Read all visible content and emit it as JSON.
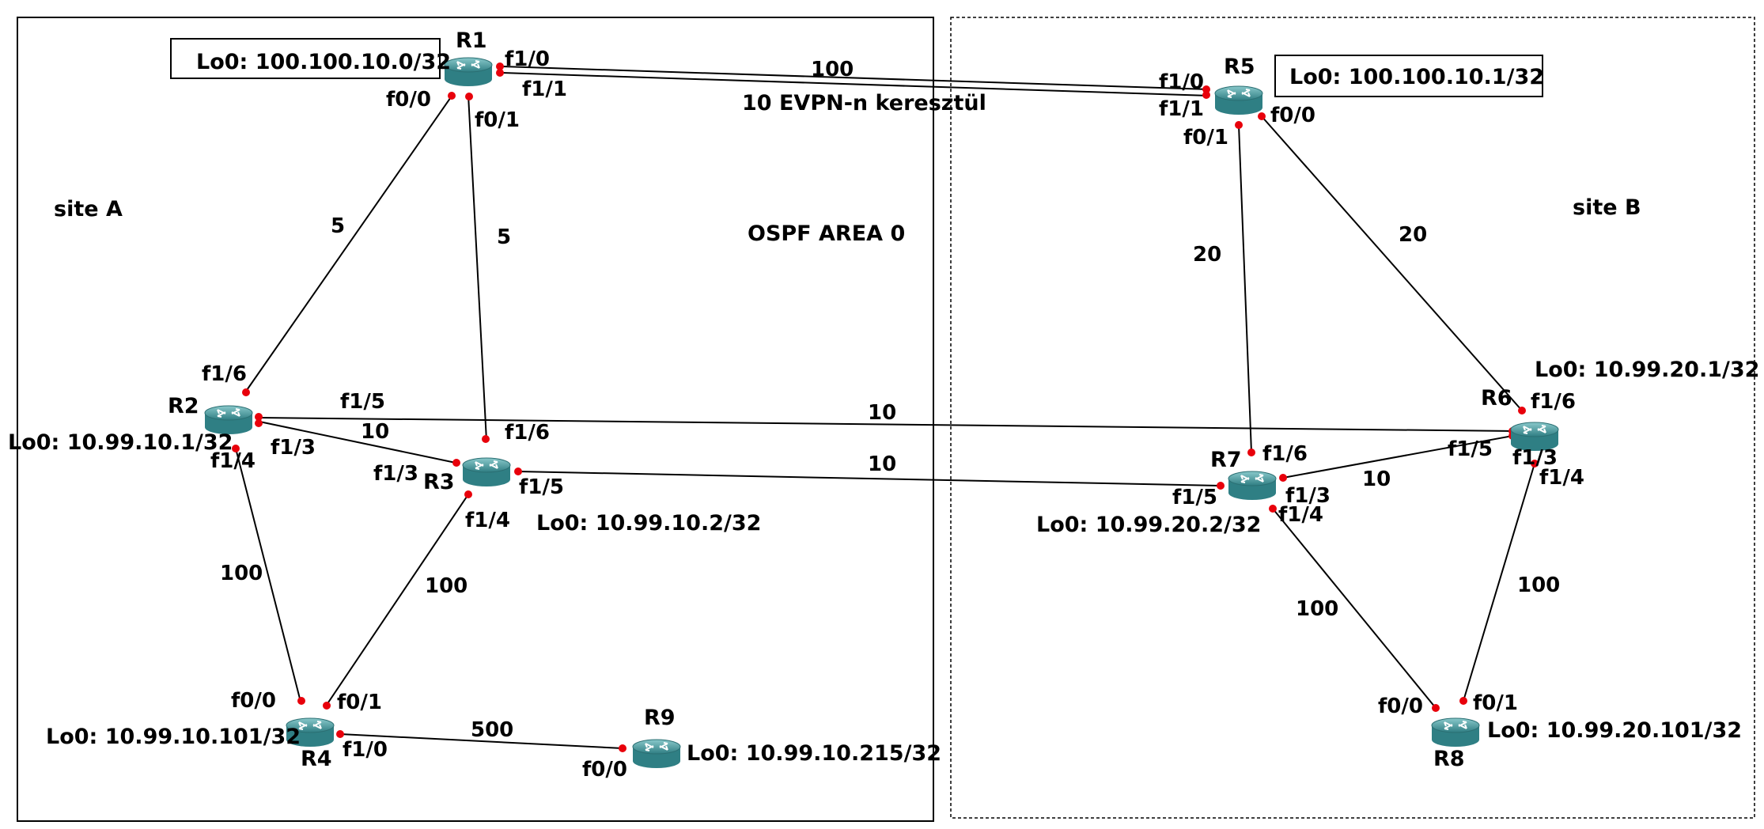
{
  "sites": {
    "a_label": "site A",
    "b_label": "site B",
    "area_label": "OSPF AREA 0",
    "evpn_label": "10 EVPN-n keresztül"
  },
  "routers": [
    {
      "id": "R1",
      "name": "R1",
      "loopback": "Lo0: 100.100.10.0/32"
    },
    {
      "id": "R2",
      "name": "R2",
      "loopback": "Lo0: 10.99.10.1/32"
    },
    {
      "id": "R3",
      "name": "R3",
      "loopback": "Lo0: 10.99.10.2/32"
    },
    {
      "id": "R4",
      "name": "R4",
      "loopback": "Lo0: 10.99.10.101/32"
    },
    {
      "id": "R5",
      "name": "R5",
      "loopback": "Lo0: 100.100.10.1/32"
    },
    {
      "id": "R6",
      "name": "R6",
      "loopback": "Lo0: 10.99.20.1/32"
    },
    {
      "id": "R7",
      "name": "R7",
      "loopback": "Lo0: 10.99.20.2/32"
    },
    {
      "id": "R8",
      "name": "R8",
      "loopback": "Lo0: 10.99.20.101/32"
    },
    {
      "id": "R9",
      "name": "R9",
      "loopback": "Lo0: 10.99.10.215/32"
    }
  ],
  "links": [
    {
      "from": "R1",
      "to": "R5",
      "cost": "100"
    },
    {
      "from": "R1",
      "to": "R2",
      "cost": "5"
    },
    {
      "from": "R1",
      "to": "R3",
      "cost": "5"
    },
    {
      "from": "R2",
      "to": "R6",
      "cost": "10"
    },
    {
      "from": "R2",
      "to": "R3",
      "cost": "10"
    },
    {
      "from": "R3",
      "to": "R7",
      "cost": "10"
    },
    {
      "from": "R2",
      "to": "R4",
      "cost": "100"
    },
    {
      "from": "R3",
      "to": "R4",
      "cost": "100"
    },
    {
      "from": "R4",
      "to": "R9",
      "cost": "500"
    },
    {
      "from": "R5",
      "to": "R7",
      "cost": "20"
    },
    {
      "from": "R5",
      "to": "R6",
      "cost": "20"
    },
    {
      "from": "R7",
      "to": "R6",
      "cost": "10"
    },
    {
      "from": "R7",
      "to": "R8",
      "cost": "100"
    },
    {
      "from": "R6",
      "to": "R8",
      "cost": "100"
    }
  ],
  "interfaces": [
    {
      "router": "R1",
      "label": "f1/0"
    },
    {
      "router": "R1",
      "label": "f1/1"
    },
    {
      "router": "R1",
      "label": "f0/0"
    },
    {
      "router": "R1",
      "label": "f0/1"
    },
    {
      "router": "R5",
      "label": "f1/0"
    },
    {
      "router": "R5",
      "label": "f1/1"
    },
    {
      "router": "R5",
      "label": "f0/1"
    },
    {
      "router": "R5",
      "label": "f0/0"
    },
    {
      "router": "R2",
      "label": "f1/6"
    },
    {
      "router": "R2",
      "label": "f1/5"
    },
    {
      "router": "R2",
      "label": "f1/4"
    },
    {
      "router": "R2",
      "label": "f1/3"
    },
    {
      "router": "R3",
      "label": "f1/6"
    },
    {
      "router": "R3",
      "label": "f1/3"
    },
    {
      "router": "R3",
      "label": "f1/5"
    },
    {
      "router": "R3",
      "label": "f1/4"
    },
    {
      "router": "R4",
      "label": "f0/0"
    },
    {
      "router": "R4",
      "label": "f0/1"
    },
    {
      "router": "R4",
      "label": "f1/0"
    },
    {
      "router": "R9",
      "label": "f0/0"
    },
    {
      "router": "R6",
      "label": "f1/6"
    },
    {
      "router": "R6",
      "label": "f1/5"
    },
    {
      "router": "R6",
      "label": "f1/3"
    },
    {
      "router": "R6",
      "label": "f1/4"
    },
    {
      "router": "R7",
      "label": "f1/6"
    },
    {
      "router": "R7",
      "label": "f1/5"
    },
    {
      "router": "R7",
      "label": "f1/3"
    },
    {
      "router": "R7",
      "label": "f1/4"
    },
    {
      "router": "R8",
      "label": "f0/0"
    },
    {
      "router": "R8",
      "label": "f0/1"
    }
  ],
  "colors": {
    "router_body": "#3e8f93",
    "router_top": "#6db7ba",
    "port": "#e8000b"
  }
}
